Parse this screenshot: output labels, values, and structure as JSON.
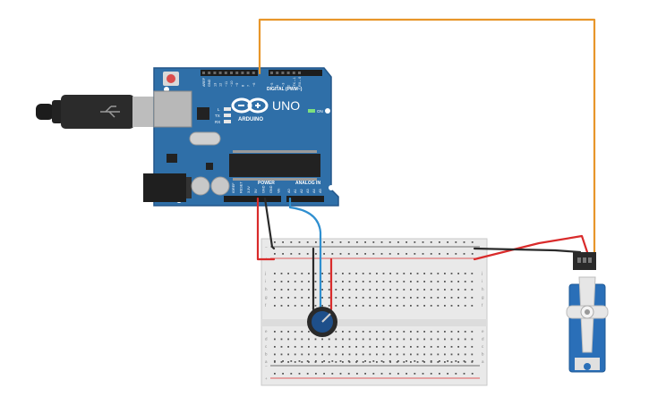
{
  "colors": {
    "board": "#2f6fa8",
    "board_edge": "#23578a",
    "wire_orange": "#e8962a",
    "wire_red": "#d92b2b",
    "wire_black": "#2a2a2a",
    "wire_blue": "#2f8fd0",
    "breadboard": "#e9e9e9",
    "servo": "#2a6fb8"
  },
  "arduino": {
    "brand": "ARDUINO",
    "model": "UNO",
    "digital_header": "DIGITAL (PWM~)",
    "power_header": "POWER",
    "analog_header": "ANALOG IN",
    "on_label": "ON",
    "led_l": "L",
    "led_tx": "TX",
    "led_rx": "RX",
    "digital_pins": [
      "AREF",
      "GND",
      "13",
      "12",
      "~11",
      "~10",
      "~9",
      "8",
      "7",
      "~6",
      "~5",
      "4",
      "~3",
      "2",
      "TX→1",
      "RX←0"
    ],
    "power_pins": [
      "IOREF",
      "RESET",
      "3.3V",
      "5V",
      "GND",
      "GND",
      "Vin"
    ],
    "analog_pins": [
      "A0",
      "A1",
      "A2",
      "A3",
      "A4",
      "A5"
    ]
  },
  "breadboard": {
    "row_letters_top": [
      "j",
      "i",
      "h",
      "g",
      "f"
    ],
    "row_letters_bottom": [
      "e",
      "d",
      "c",
      "b",
      "a"
    ],
    "rail_minus": "−",
    "rail_plus": "+"
  },
  "components": {
    "usb_cable": "usb-plug-icon",
    "potentiometer": "potentiometer-knob-icon",
    "servo": "servo-motor-icon"
  }
}
